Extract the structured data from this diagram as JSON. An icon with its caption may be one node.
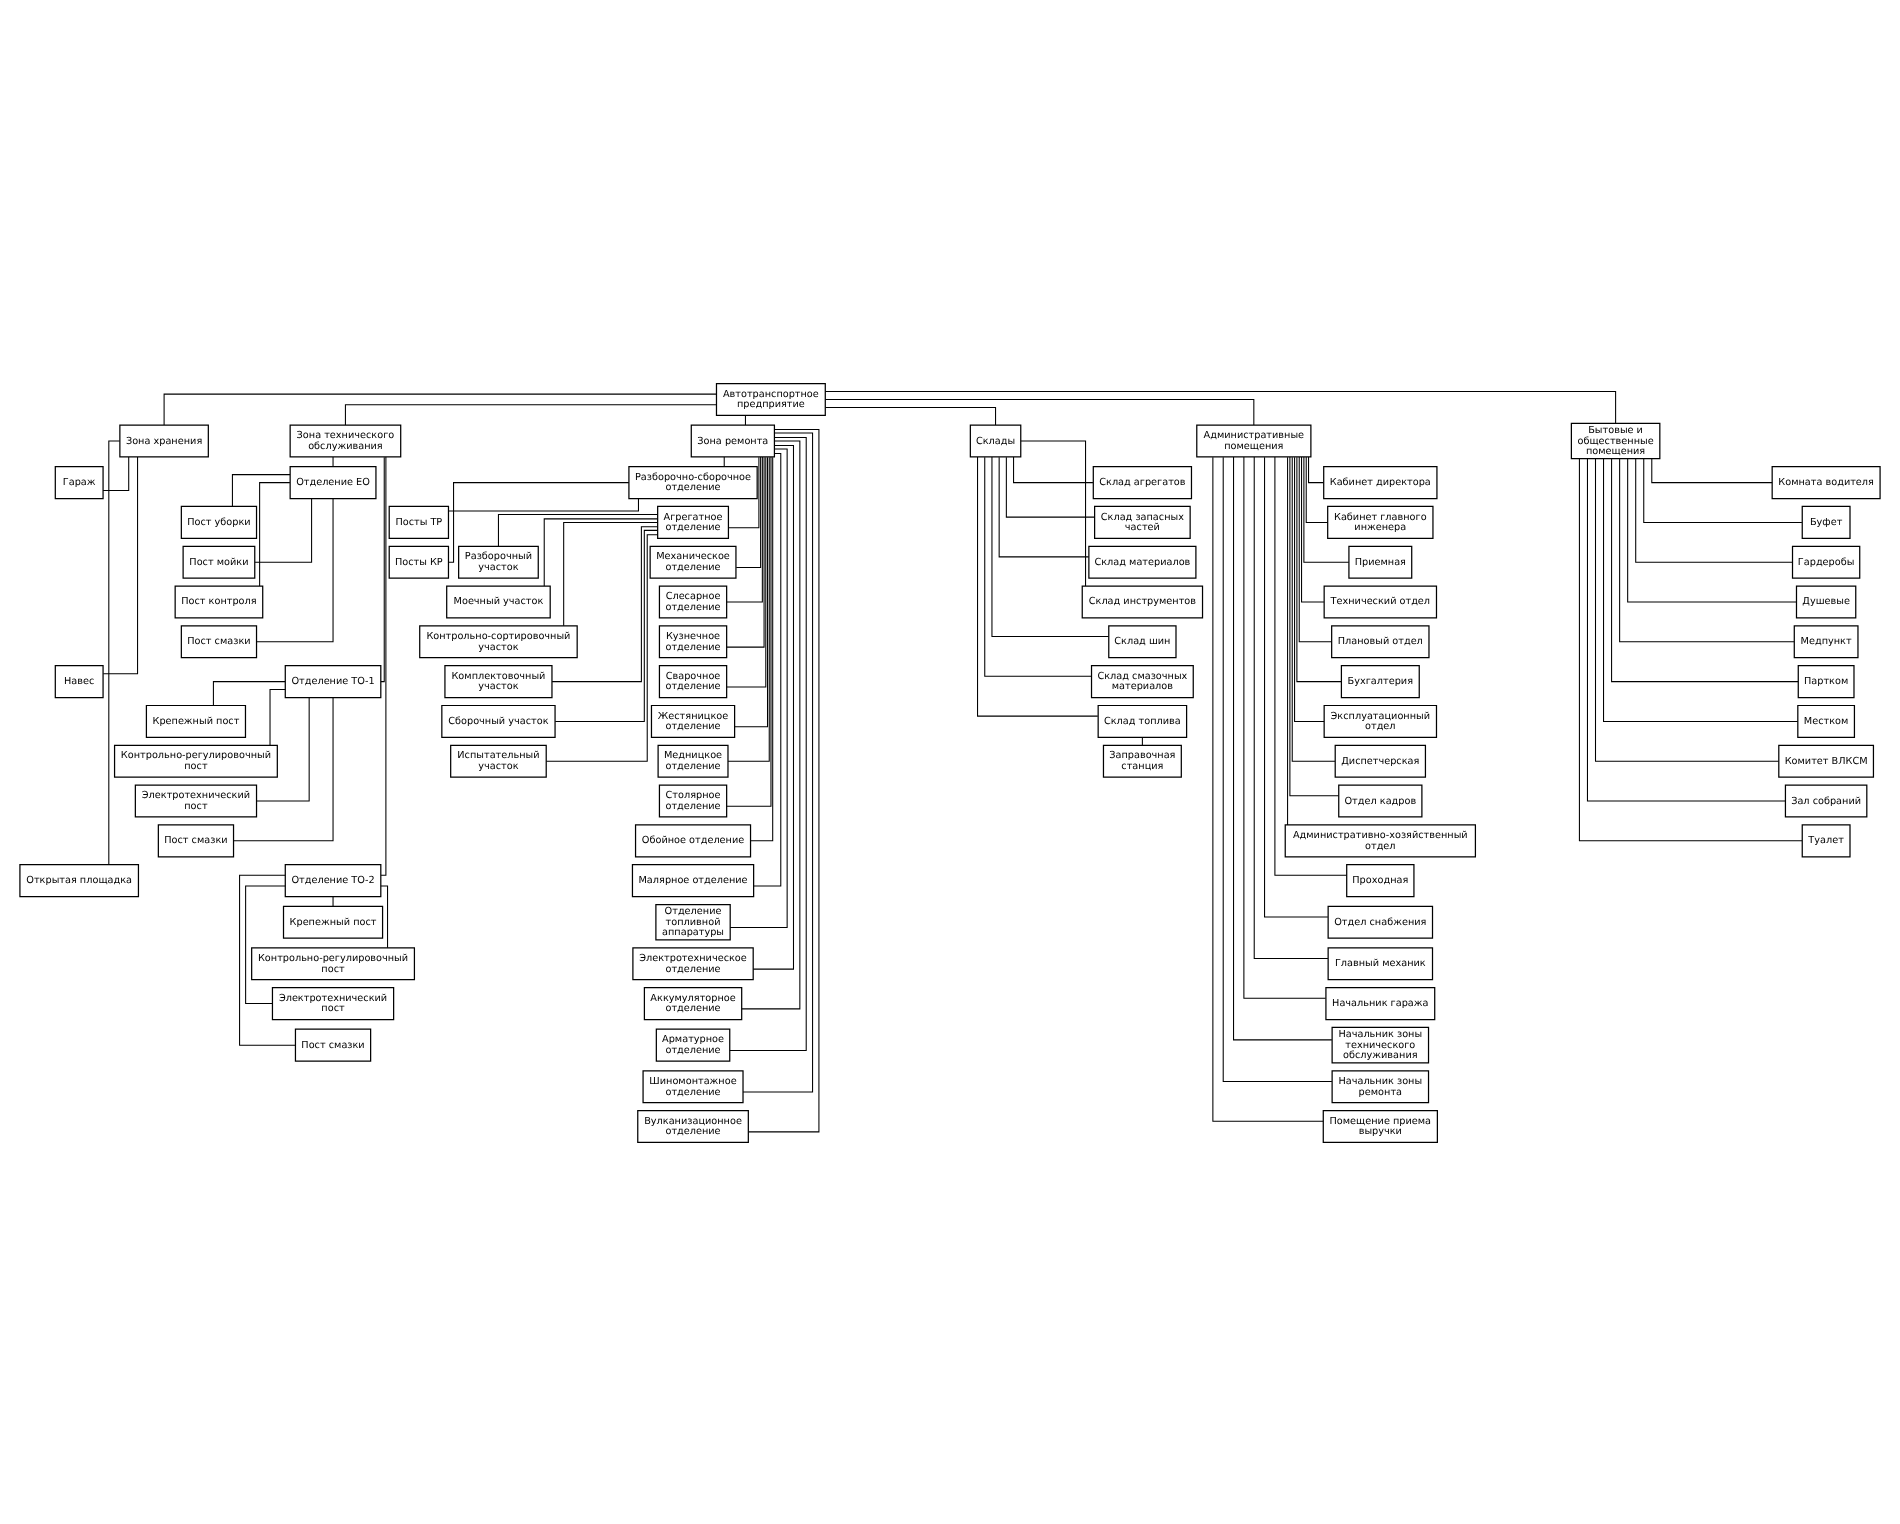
{
  "diagram": {
    "nodes": [
      {
        "text": [
          "Автотранспортное предприятие"
        ]
      },
      {
        "text": [
          "Зона хранения"
        ]
      },
      {
        "text": [
          "Гараж"
        ]
      },
      {
        "text": [
          "Навес"
        ]
      },
      {
        "text": [
          "Открытая площадка"
        ]
      },
      {
        "text": [
          "Зона технического обслуживания"
        ]
      },
      {
        "text": [
          "Отделение ЕО"
        ]
      },
      {
        "text": [
          "Пост уборки"
        ]
      },
      {
        "text": [
          "Пост мойки"
        ]
      },
      {
        "text": [
          "Пост контроля"
        ]
      },
      {
        "text": [
          "Пост смазки"
        ]
      },
      {
        "text": [
          "Отделение ТО-1"
        ]
      },
      {
        "text": [
          "Крепежный пост"
        ]
      },
      {
        "text": [
          "Контрольно-регулировочный пост"
        ]
      },
      {
        "text": [
          "Электротехнический пост"
        ]
      },
      {
        "text": [
          "Пост смазки"
        ]
      },
      {
        "text": [
          "Отделение ТО-2"
        ]
      },
      {
        "text": [
          "Крепежный пост"
        ]
      },
      {
        "text": [
          "Контрольно-регулировочный пост"
        ]
      },
      {
        "text": [
          "Электротехнический пост"
        ]
      },
      {
        "text": [
          "Пост смазки"
        ]
      },
      {
        "text": [
          "Зона ремонта"
        ]
      },
      {
        "text": [
          "Разборочно-сборочное отделение"
        ]
      },
      {
        "text": [
          "Посты ТР"
        ]
      },
      {
        "text": [
          "Посты КР"
        ]
      },
      {
        "text": [
          "Агрегатное отделение"
        ]
      },
      {
        "text": [
          "Разборочный участок"
        ]
      },
      {
        "text": [
          "Моечный участок"
        ]
      },
      {
        "text": [
          "Контрольно-сортировочный участок"
        ]
      },
      {
        "text": [
          "Комплектовочный участок"
        ]
      },
      {
        "text": [
          "Сборочный участок"
        ]
      },
      {
        "text": [
          "Испытательный участок"
        ]
      },
      {
        "text": [
          "Механическое отделение"
        ]
      },
      {
        "text": [
          "Слесарное отделение"
        ]
      },
      {
        "text": [
          "Кузнечное отделение"
        ]
      },
      {
        "text": [
          "Сварочное отделение"
        ]
      },
      {
        "text": [
          "Жестяницкое отделение"
        ]
      },
      {
        "text": [
          "Медницкое отделение"
        ]
      },
      {
        "text": [
          "Столярное отделение"
        ]
      },
      {
        "text": [
          "Обойное отделение"
        ]
      },
      {
        "text": [
          "Малярное отделение"
        ]
      },
      {
        "text": [
          "Отделение топливной аппаратуры"
        ]
      },
      {
        "text": [
          "Электротехническое отделение"
        ]
      },
      {
        "text": [
          "Аккумуляторное отделение"
        ]
      },
      {
        "text": [
          "Арматурное отделение"
        ]
      },
      {
        "text": [
          "Шиномонтажное отделение"
        ]
      },
      {
        "text": [
          "Вулканизационное отделение"
        ]
      },
      {
        "text": [
          "Склады"
        ]
      },
      {
        "text": [
          "Склад агрегатов"
        ]
      },
      {
        "text": [
          "Склад запасных частей"
        ]
      },
      {
        "text": [
          "Склад материалов"
        ]
      },
      {
        "text": [
          "Склад инструментов"
        ]
      },
      {
        "text": [
          "Склад шин"
        ]
      },
      {
        "text": [
          "Склад смазочных материалов"
        ]
      },
      {
        "text": [
          "Склад топлива"
        ]
      },
      {
        "text": [
          "Заправочная станция"
        ]
      },
      {
        "text": [
          "Административные помещения"
        ]
      },
      {
        "text": [
          "Кабинет директора"
        ]
      },
      {
        "text": [
          "Кабинет главного инженера"
        ]
      },
      {
        "text": [
          "Приемная"
        ]
      },
      {
        "text": [
          "Технический отдел"
        ]
      },
      {
        "text": [
          "Плановый отдел"
        ]
      },
      {
        "text": [
          "Бухгалтерия"
        ]
      },
      {
        "text": [
          "Эксплуатационный отдел"
        ]
      },
      {
        "text": [
          "Диспетчерская"
        ]
      },
      {
        "text": [
          "Отдел кадров"
        ]
      },
      {
        "text": [
          "Административно-хозяйственный отдел"
        ]
      },
      {
        "text": [
          "Проходная"
        ]
      },
      {
        "text": [
          "Отдел снабжения"
        ]
      },
      {
        "text": [
          "Главный механик"
        ]
      },
      {
        "text": [
          "Начальник гаража"
        ]
      },
      {
        "text": [
          "Начальник зоны технического обслуживания"
        ]
      },
      {
        "text": [
          "Начальник зоны ремонта"
        ]
      },
      {
        "text": [
          "Помещение приема выручки"
        ]
      },
      {
        "text": [
          "Бытовые и общественные помещения"
        ]
      },
      {
        "text": [
          "Комната водителя"
        ]
      },
      {
        "text": [
          "Буфет"
        ]
      },
      {
        "text": [
          "Гардеробы"
        ]
      },
      {
        "text": [
          "Душевые"
        ]
      },
      {
        "text": [
          "Медпункт"
        ]
      },
      {
        "text": [
          "Партком"
        ]
      },
      {
        "text": [
          "Местком"
        ]
      },
      {
        "text": [
          "Комитет ВЛКСМ"
        ]
      },
      {
        "text": [
          "Зал собраний"
        ]
      },
      {
        "text": [
          "Туалет"
        ]
      }
    ],
    "edges": [
      {
        "from": 0,
        "to": 1,
        "arrow": "none"
      },
      {
        "from": 0,
        "to": 5,
        "arrow": "none"
      },
      {
        "from": 0,
        "to": 21,
        "arrow": "none"
      },
      {
        "from": 0,
        "to": 47,
        "arrow": "none"
      },
      {
        "from": 0,
        "to": 56,
        "arrow": "none"
      },
      {
        "from": 0,
        "to": 74,
        "arrow": "none"
      },
      {
        "from": 1,
        "to": 2,
        "arrow": "none"
      },
      {
        "from": 1,
        "to": 3,
        "arrow": "none"
      },
      {
        "from": 1,
        "to": 4,
        "arrow": "none"
      },
      {
        "from": 5,
        "to": 6,
        "arrow": "none"
      },
      {
        "from": 5,
        "to": 11,
        "arrow": "none"
      },
      {
        "from": 5,
        "to": 16,
        "arrow": "none"
      },
      {
        "from": 6,
        "to": 7,
        "arrow": "none"
      },
      {
        "from": 6,
        "to": 8,
        "arrow": "none"
      },
      {
        "from": 6,
        "to": 9,
        "arrow": "none"
      },
      {
        "from": 6,
        "to": 10,
        "arrow": "none"
      },
      {
        "from": 11,
        "to": 12,
        "arrow": "none"
      },
      {
        "from": 11,
        "to": 13,
        "arrow": "none"
      },
      {
        "from": 11,
        "to": 14,
        "arrow": "none"
      },
      {
        "from": 11,
        "to": 15,
        "arrow": "none"
      },
      {
        "from": 16,
        "to": 17,
        "arrow": "none"
      },
      {
        "from": 16,
        "to": 18,
        "arrow": "none"
      },
      {
        "from": 16,
        "to": 19,
        "arrow": "none"
      },
      {
        "from": 16,
        "to": 20,
        "arrow": "none"
      },
      {
        "from": 21,
        "to": 22,
        "arrow": "none"
      },
      {
        "from": 21,
        "to": 25,
        "arrow": "none"
      },
      {
        "from": 21,
        "to": 32,
        "arrow": "none"
      },
      {
        "from": 21,
        "to": 33,
        "arrow": "none"
      },
      {
        "from": 21,
        "to": 34,
        "arrow": "none"
      },
      {
        "from": 21,
        "to": 35,
        "arrow": "none"
      },
      {
        "from": 21,
        "to": 36,
        "arrow": "none"
      },
      {
        "from": 21,
        "to": 37,
        "arrow": "none"
      },
      {
        "from": 21,
        "to": 38,
        "arrow": "none"
      },
      {
        "from": 21,
        "to": 39,
        "arrow": "none"
      },
      {
        "from": 21,
        "to": 40,
        "arrow": "none"
      },
      {
        "from": 21,
        "to": 41,
        "arrow": "none"
      },
      {
        "from": 21,
        "to": 42,
        "arrow": "none"
      },
      {
        "from": 21,
        "to": 43,
        "arrow": "none"
      },
      {
        "from": 21,
        "to": 44,
        "arrow": "none"
      },
      {
        "from": 21,
        "to": 45,
        "arrow": "none"
      },
      {
        "from": 21,
        "to": 46,
        "arrow": "none"
      },
      {
        "from": 22,
        "to": 23,
        "arrow": "none"
      },
      {
        "from": 22,
        "to": 24,
        "arrow": "none"
      },
      {
        "from": 25,
        "to": 26,
        "arrow": "none"
      },
      {
        "from": 25,
        "to": 27,
        "arrow": "none"
      },
      {
        "from": 25,
        "to": 28,
        "arrow": "none"
      },
      {
        "from": 25,
        "to": 29,
        "arrow": "none"
      },
      {
        "from": 25,
        "to": 30,
        "arrow": "none"
      },
      {
        "from": 25,
        "to": 31,
        "arrow": "none"
      },
      {
        "from": 47,
        "to": 48,
        "arrow": "none"
      },
      {
        "from": 47,
        "to": 49,
        "arrow": "none"
      },
      {
        "from": 47,
        "to": 50,
        "arrow": "none"
      },
      {
        "from": 47,
        "to": 51,
        "arrow": "none"
      },
      {
        "from": 47,
        "to": 52,
        "arrow": "none"
      },
      {
        "from": 47,
        "to": 53,
        "arrow": "none"
      },
      {
        "from": 47,
        "to": 54,
        "arrow": "none"
      },
      {
        "from": 54,
        "to": 55,
        "arrow": "none"
      },
      {
        "from": 56,
        "to": 57,
        "arrow": "none"
      },
      {
        "from": 56,
        "to": 58,
        "arrow": "none"
      },
      {
        "from": 56,
        "to": 59,
        "arrow": "none"
      },
      {
        "from": 56,
        "to": 60,
        "arrow": "none"
      },
      {
        "from": 56,
        "to": 61,
        "arrow": "none"
      },
      {
        "from": 56,
        "to": 62,
        "arrow": "none"
      },
      {
        "from": 56,
        "to": 63,
        "arrow": "none"
      },
      {
        "from": 56,
        "to": 64,
        "arrow": "none"
      },
      {
        "from": 56,
        "to": 65,
        "arrow": "none"
      },
      {
        "from": 56,
        "to": 66,
        "arrow": "none"
      },
      {
        "from": 56,
        "to": 67,
        "arrow": "none"
      },
      {
        "from": 56,
        "to": 68,
        "arrow": "none"
      },
      {
        "from": 56,
        "to": 69,
        "arrow": "none"
      },
      {
        "from": 56,
        "to": 70,
        "arrow": "none"
      },
      {
        "from": 56,
        "to": 71,
        "arrow": "none"
      },
      {
        "from": 56,
        "to": 72,
        "arrow": "none"
      },
      {
        "from": 56,
        "to": 73,
        "arrow": "none"
      },
      {
        "from": 74,
        "to": 75,
        "arrow": "none"
      },
      {
        "from": 74,
        "to": 76,
        "arrow": "none"
      },
      {
        "from": 74,
        "to": 77,
        "arrow": "none"
      },
      {
        "from": 74,
        "to": 78,
        "arrow": "none"
      },
      {
        "from": 74,
        "to": 79,
        "arrow": "none"
      },
      {
        "from": 74,
        "to": 80,
        "arrow": "none"
      },
      {
        "from": 74,
        "to": 81,
        "arrow": "none"
      },
      {
        "from": 74,
        "to": 82,
        "arrow": "none"
      },
      {
        "from": 74,
        "to": 83,
        "arrow": "none"
      },
      {
        "from": 74,
        "to": 84,
        "arrow": "none"
      }
    ]
  }
}
